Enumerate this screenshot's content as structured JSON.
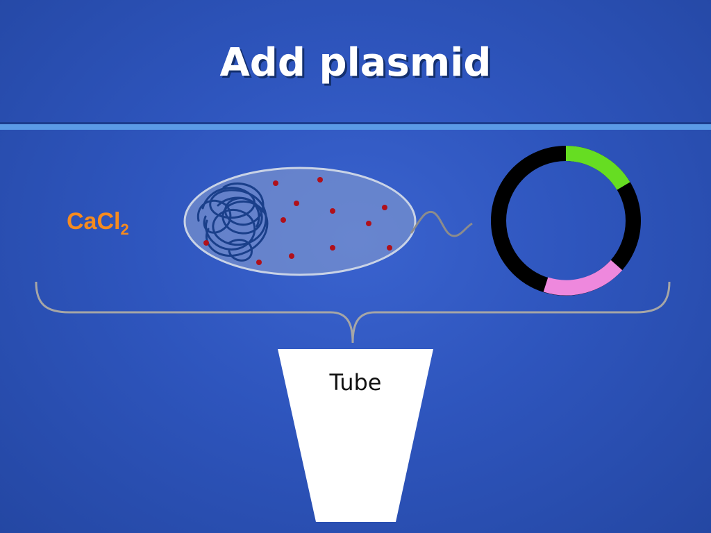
{
  "slide": {
    "title": "Add plasmid",
    "reagent": {
      "base": "CaCl",
      "subscript": "2"
    },
    "tube_label": "Tube"
  },
  "colors": {
    "background": "#2e55bd",
    "divider": "#5b9be6",
    "reagent_text": "#f68b1f",
    "plasmid_backbone": "#000000",
    "plasmid_segment_1": "#66dd22",
    "plasmid_segment_2": "#ee88dd",
    "dots": "#b0101a",
    "chromosome": "#1a3f8a"
  },
  "icons": [
    "bacterial-cell-icon",
    "chromosome-icon",
    "flagellum-icon",
    "plasmid-ring-icon",
    "curly-brace-icon",
    "tube-icon"
  ]
}
